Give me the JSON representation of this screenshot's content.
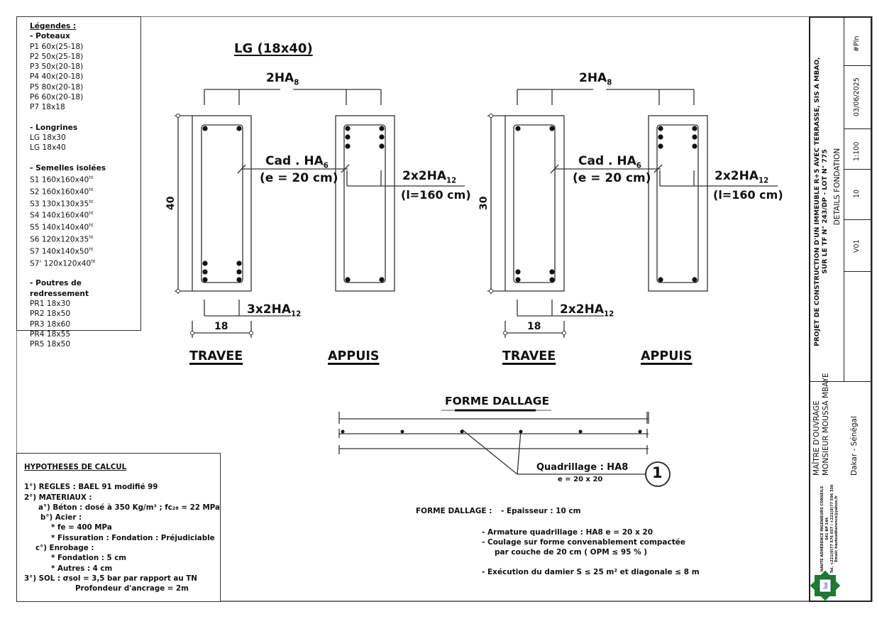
{
  "legend": {
    "title": "Légendes :",
    "groups": [
      {
        "label": "- Poteaux",
        "items": [
          "P1 60x(25-18)",
          "P2 50x(25-18)",
          "P3 50x(20-18)",
          "P4 40x(20-18)",
          "P5 80x(20-18)",
          "P6 60x(20-18)",
          "P7 18x18"
        ]
      },
      {
        "label": "- Longrines",
        "items": [
          "LG 18x30",
          "LG 18x40"
        ]
      },
      {
        "label": "- Semelles isolées",
        "items": [
          "S1 160x160x40",
          "S2 160x160x40",
          "S3 130x130x35",
          "S4 140x160x40",
          "S5 140x140x40",
          "S6 120x120x35",
          "S7 140x140x50",
          "S7' 120x120x40"
        ],
        "suffix": "ht"
      },
      {
        "label": "- Poutres de redressement",
        "items": [
          "PR1 18x30",
          "PR2 18x50",
          "PR3 18x60",
          "PR4 18x55",
          "PR5 18x50"
        ]
      }
    ]
  },
  "section_lg40": {
    "title": "LG (18x40)",
    "top_bars": "2HA",
    "top_bars_sub": "8",
    "stirrup": "Cad . HA",
    "stirrup_sub": "6",
    "stirrup_spacing": "(e = 20 cm)",
    "support_bars": "2x2HA",
    "support_bars_sub": "12",
    "support_length": "(l=160 cm)",
    "bottom_bars": "3x2HA",
    "bottom_bars_sub": "12",
    "height_dim": "40",
    "width_dim": "18",
    "travee_label": "TRAVEE",
    "appuis_label": "APPUIS"
  },
  "section_lg30": {
    "top_bars": "2HA",
    "top_bars_sub": "8",
    "stirrup": "Cad . HA",
    "stirrup_sub": "6",
    "stirrup_spacing": "(e = 20 cm)",
    "support_bars": "2x2HA",
    "support_bars_sub": "12",
    "support_length": "(l=160 cm)",
    "bottom_bars": "2x2HA",
    "bottom_bars_sub": "12",
    "height_dim": "30",
    "width_dim": "18",
    "travee_label": "TRAVEE",
    "appuis_label": "APPUIS"
  },
  "dallage": {
    "title": "FORME DALLAGE",
    "callout": "Quadrillage : HA8",
    "callout_spacing": "e = 20 x 20",
    "marker": "1",
    "notes_label": "FORME  DALLAGE :",
    "notes": [
      "-  Epaisseur :  10 cm",
      "-  Armature  quadrillage :  HA8  e = 20 x 20",
      "-  Coulage  sur  forme  convenablement  compactée",
      "par  couche  de  20 cm   (  OPM  ≤ 95 % )",
      "-  Exécution  du  damier  S ≤ 25 m² et  diagonale ≤ 8 m"
    ]
  },
  "hypotheses": {
    "title": "HYPOTHESES  DE  CALCUL",
    "lines": [
      {
        "text": "1°)  REGLES :   BAEL 91 modifié 99",
        "level": "l1"
      },
      {
        "text": "2°)  MATERIAUX :",
        "level": "l1"
      },
      {
        "text": "a°) Béton :  dosé à 350 Kg/m³ ; fc₂₈ = 22 MPa",
        "level": "l2"
      },
      {
        "text": "b°) Acier :",
        "level": "l2b"
      },
      {
        "text": "* fe = 400 MPa",
        "level": "l3"
      },
      {
        "text": "* Fissuration :    Fondation : Préjudiciable",
        "level": "l3"
      },
      {
        "text": "c°) Enrobage :",
        "level": "l2c"
      },
      {
        "text": "* Fondation : 5 cm",
        "level": "l3"
      },
      {
        "text": "* Autres : 4 cm",
        "level": "l3"
      },
      {
        "text": "3°)  SOL :   σsol = 3,5 bar par rapport au TN",
        "level": "l1"
      },
      {
        "text": "Profondeur d'ancrage = 2m",
        "level": "l4"
      }
    ]
  },
  "title_block": {
    "project_line1": "PROJET DE CONSTRUCTION D'UN IMMEUBLE R+5 AVEC TERRASSE, SIS A MBAO,",
    "project_line2": "SUR LE TF N° 243/DP - LOT N° 775",
    "drawing_title": "DETAILS FONDATION",
    "sheet_no": "#Pln",
    "date": "03/06/2025",
    "scale": "1:100",
    "page": "10",
    "version": "V01",
    "owner_label": "MAÎTRE D'OUVRAGE",
    "owner_name": "MONSIEUR MOUSSA MBAYE",
    "location": "Dakar - Sénégal",
    "company_lines": [
      "HAUTE ADHERENCE INGENIEURS CONSEILS",
      "041 BP 144",
      "Tel. +221(0)77 576 037 / +221(0)77 596 330",
      "Email: hauteadherence@yahoo.fr"
    ],
    "logo_text": "hai",
    "logo_color": "#1e7a2e"
  }
}
